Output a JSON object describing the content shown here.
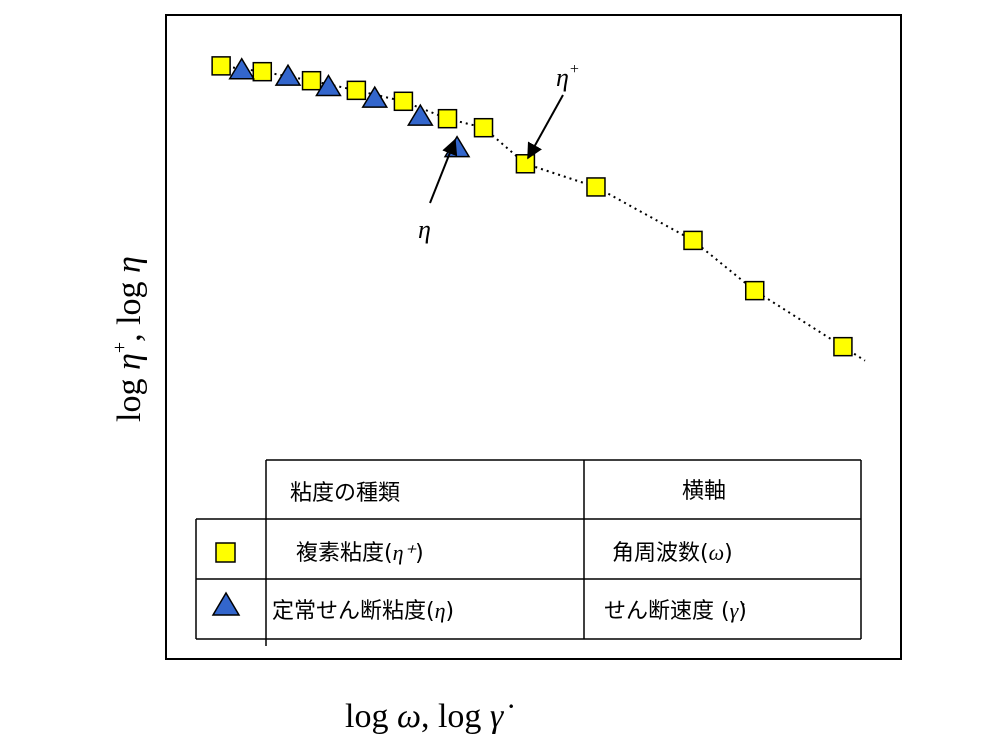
{
  "chart_data": {
    "type": "scatter",
    "title": "",
    "xlabel": "log ω, log γ̇",
    "ylabel": "log η⁺,  log η",
    "grid": false,
    "x_range": [
      0,
      100
    ],
    "y_range": [
      0,
      100
    ],
    "series": [
      {
        "name": "複素粘度(η⁺)",
        "marker": "square",
        "color": "#ffff00",
        "x": [
          7.5,
          13.1,
          19.8,
          25.9,
          32.3,
          38.3,
          43.2,
          48.9,
          58.5,
          71.7,
          80.1,
          92.1
        ],
        "y": [
          92.1,
          91.2,
          89.8,
          88.3,
          86.6,
          83.9,
          82.5,
          76.9,
          73.3,
          65.0,
          57.2,
          48.5
        ]
      },
      {
        "name": "定常せん断粘度(η)",
        "marker": "triangle",
        "color": "#3366cc",
        "x": [
          10.3,
          16.6,
          22.1,
          28.4,
          34.6,
          39.6
        ],
        "y": [
          91.5,
          90.5,
          88.9,
          87.1,
          84.3,
          79.4
        ]
      }
    ],
    "annotations": [
      {
        "text": "η⁺",
        "points_to_series": 0,
        "points_to_index": 7
      },
      {
        "text": "η",
        "points_to_series": 1,
        "points_to_index": 5
      }
    ],
    "legend": {
      "placement": "bottom-right",
      "header": {
        "col1": "粘度の種類",
        "col2": "横軸"
      },
      "rows": [
        {
          "series": 0,
          "name_text": "複素粘度(",
          "name_sym": "η⁺",
          "axis_text": "角周波数(",
          "axis_sym": "ω"
        },
        {
          "series": 1,
          "name_text": "定常せん断粘度(",
          "name_sym": "η",
          "axis_text": "せん断速度 (",
          "axis_sym": "γ̇"
        }
      ]
    }
  },
  "axis_labels": {
    "x": {
      "prefix": "log ",
      "sym1": "ω",
      "mid": ", log ",
      "sym2": "γ̇"
    },
    "y": {
      "prefix": "log ",
      "sym1": "η",
      "sup": "+",
      "mid": ",  log ",
      "sym2": "η"
    }
  },
  "annotation_labels": {
    "eta_plus": {
      "sym": "η",
      "sup": "+"
    },
    "eta": {
      "sym": "η"
    }
  }
}
